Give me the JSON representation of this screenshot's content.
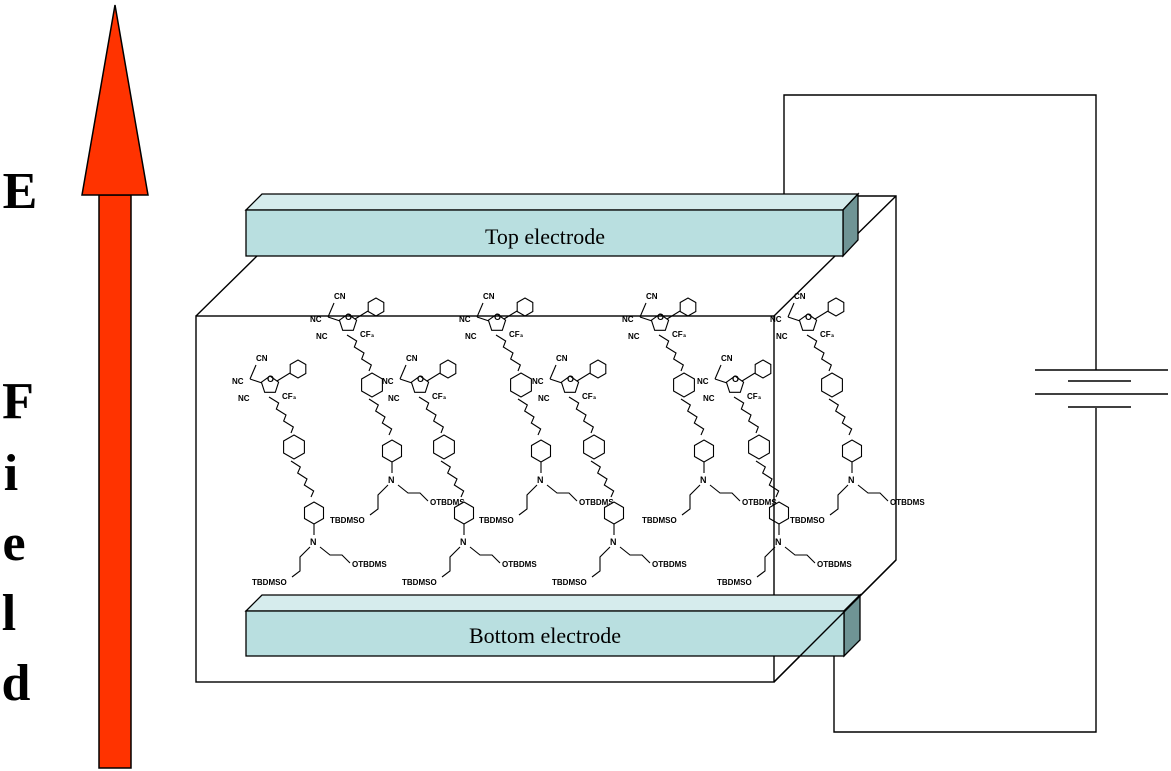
{
  "field_axis": {
    "letters": [
      "E",
      "F",
      "i",
      "e",
      "l",
      "d"
    ],
    "arrow_color": "#ff3300"
  },
  "top_electrode": {
    "label": "Top electrode",
    "color": "#b9dfe0"
  },
  "bottom_electrode": {
    "label": "Bottom electrode",
    "color": "#b9dfe0"
  },
  "molecule_labels": {
    "cyano": "CN",
    "nitrile": "NC",
    "oxygen": "O",
    "trifluoromethyl": "CF₃",
    "nitrogen": "N",
    "silyl_ether_left": "TBDMSO",
    "silyl_ether_right": "OTBDMS"
  },
  "circuit": {
    "element": "battery-symbol"
  }
}
